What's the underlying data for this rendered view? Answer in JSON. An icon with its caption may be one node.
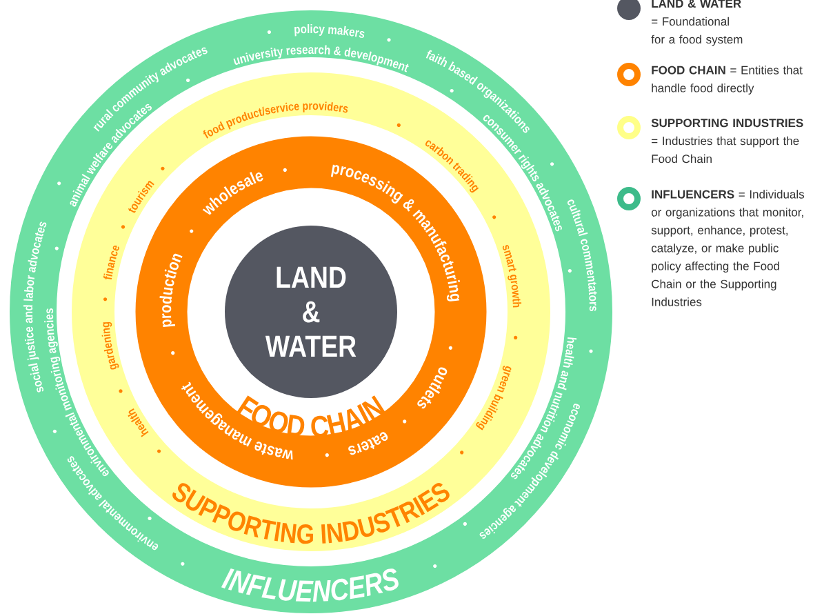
{
  "diagram": {
    "nodes": [
      {
        "text": [
          "INFLUENCERS",
          "environmental advocates",
          "social justice and labor advocates",
          "rural community advocates",
          "policy makers",
          "faith based organizations",
          "cultural commentators",
          "economic development agencies",
          "environmental monitoring agencies",
          "animal welfare advocates",
          "university research & development",
          "consumer rights advocates",
          "health and nutrition advocates"
        ]
      },
      {
        "text": [
          "SUPPORTING INDUSTRIES",
          "health",
          "gardening",
          "finance",
          "tourism",
          "food product/service providers",
          "carbon trading",
          "smart growth",
          "green building"
        ],
        "in": 0
      },
      {
        "text": [
          "FOOD CHAIN",
          "production",
          "wholesale",
          "processing & manufacturing",
          "outlets",
          "eaters",
          "waste management"
        ],
        "in": 1
      },
      {
        "text": [
          "LAND & WATER"
        ],
        "in": 2
      }
    ],
    "legend": [
      {
        "text": "**LAND & WATER** = Foundational for a food system",
        "color": "#545761"
      },
      {
        "text": "**FOOD CHAIN** = Entities that handle food directly",
        "color": "#ff8300"
      },
      {
        "text": "**SUPPORTING INDUSTRIES** = Industries that support the Food Chain",
        "color": "#ffff88"
      },
      {
        "text": "**INFLUENCERS** = Individuals or organizations that monitor, support, enhance, protest, catalyze, or make public policy affecting the Food Chain or the Supporting Industries",
        "color": "#3dbb8a"
      }
    ]
  }
}
